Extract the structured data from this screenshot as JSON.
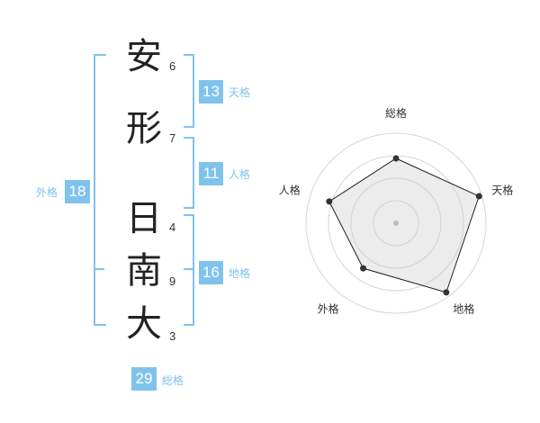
{
  "name": {
    "characters": [
      {
        "char": "安",
        "strokes": "6"
      },
      {
        "char": "形",
        "strokes": "7"
      },
      {
        "char": "日",
        "strokes": "4"
      },
      {
        "char": "南",
        "strokes": "9"
      },
      {
        "char": "大",
        "strokes": "3"
      }
    ]
  },
  "fortune": {
    "tenkaku": {
      "value": "13",
      "label": "天格"
    },
    "jinkaku": {
      "value": "11",
      "label": "人格"
    },
    "chikaku": {
      "value": "16",
      "label": "地格"
    },
    "gaikaku": {
      "value": "18",
      "label": "外格"
    },
    "soukaku": {
      "value": "29",
      "label": "総格"
    }
  },
  "colors": {
    "accent": "#7fc3ec",
    "text": "#222222"
  },
  "radar": {
    "axis_labels": [
      "総格",
      "天格",
      "地格",
      "外格",
      "人格"
    ],
    "rings": 4,
    "values": [
      0.72,
      0.97,
      0.95,
      0.62,
      0.78
    ]
  }
}
